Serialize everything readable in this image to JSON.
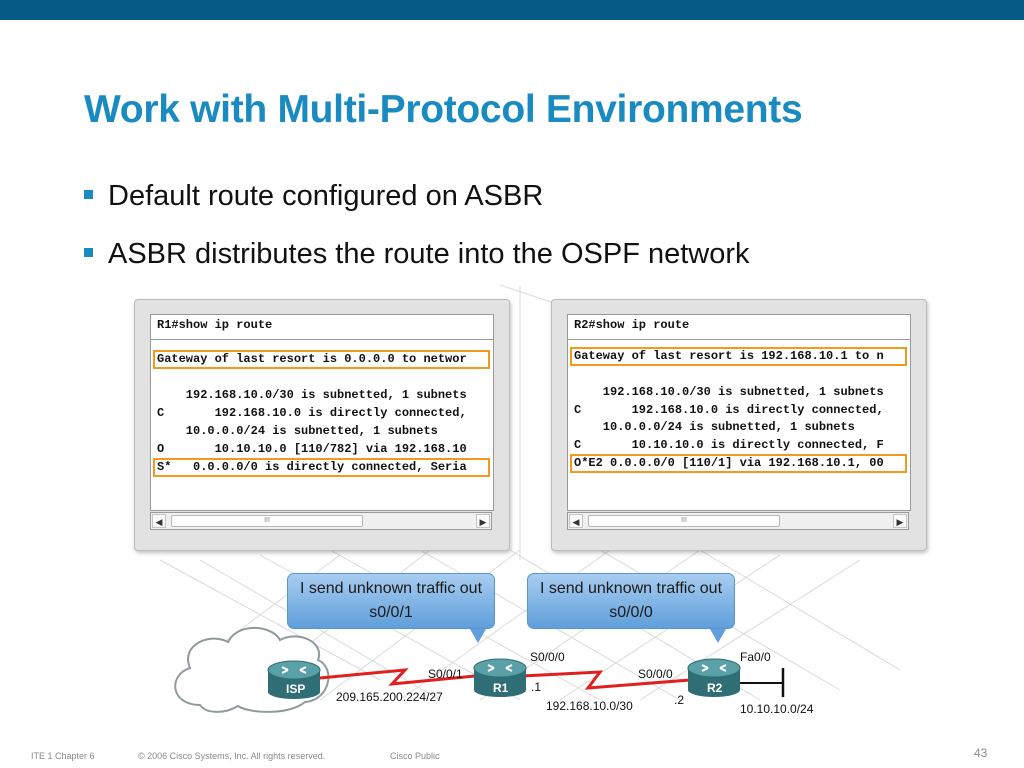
{
  "title": "Work with Multi-Protocol Environments",
  "bullets": [
    "Default route configured on ASBR",
    "ASBR distributes the route into the OSPF network"
  ],
  "r1_window": {
    "command": "R1#show ip route",
    "lines": [
      "Gateway of last resort is 0.0.0.0 to networ",
      "",
      "    192.168.10.0/30 is subnetted, 1 subnets",
      "C       192.168.10.0 is directly connected,",
      "    10.0.0.0/24 is subnetted, 1 subnets",
      "O       10.10.10.0 [110/782] via 192.168.10",
      "S*   0.0.0.0/0 is directly connected, Seria"
    ],
    "scroll_thumb": "III"
  },
  "r2_window": {
    "command": "R2#show ip route",
    "lines": [
      "Gateway of last resort is 192.168.10.1 to n",
      "",
      "    192.168.10.0/30 is subnetted, 1 subnets",
      "C       192.168.10.0 is directly connected,",
      "    10.0.0.0/24 is subnetted, 1 subnets",
      "C       10.10.10.0 is directly connected, F",
      "O*E2 0.0.0.0/0 [110/1] via 192.168.10.1, 00"
    ],
    "scroll_thumb": "III"
  },
  "bubbles": [
    {
      "line1": "I send unknown traffic out",
      "line2": "s0/0/1"
    },
    {
      "line1": "I send unknown traffic out",
      "line2": "s0/0/0"
    }
  ],
  "topology": {
    "isp": "ISP",
    "r1": "R1",
    "r2": "R2",
    "r1_s001": "S0/0/1",
    "r1_s000": "S0/0/0",
    "r2_s000": "S0/0/0",
    "r2_fa00": "Fa0/0",
    "isp_net": "209.165.200.224/27",
    "r1_host": ".1",
    "r2_host": ".2",
    "r1r2_net": "192.168.10.0/30",
    "lan_net": "10.10.10.0/24"
  },
  "footer": {
    "course": "ITE 1 Chapter 6",
    "copyright": "© 2006 Cisco Systems, Inc. All rights reserved.",
    "classification": "Cisco Public",
    "page": "43"
  },
  "colors": {
    "topbar": "#045b86",
    "title": "#1a8bc1",
    "highlight": "#f29a1d",
    "link": "#e02020",
    "router": "#3d7f86"
  }
}
